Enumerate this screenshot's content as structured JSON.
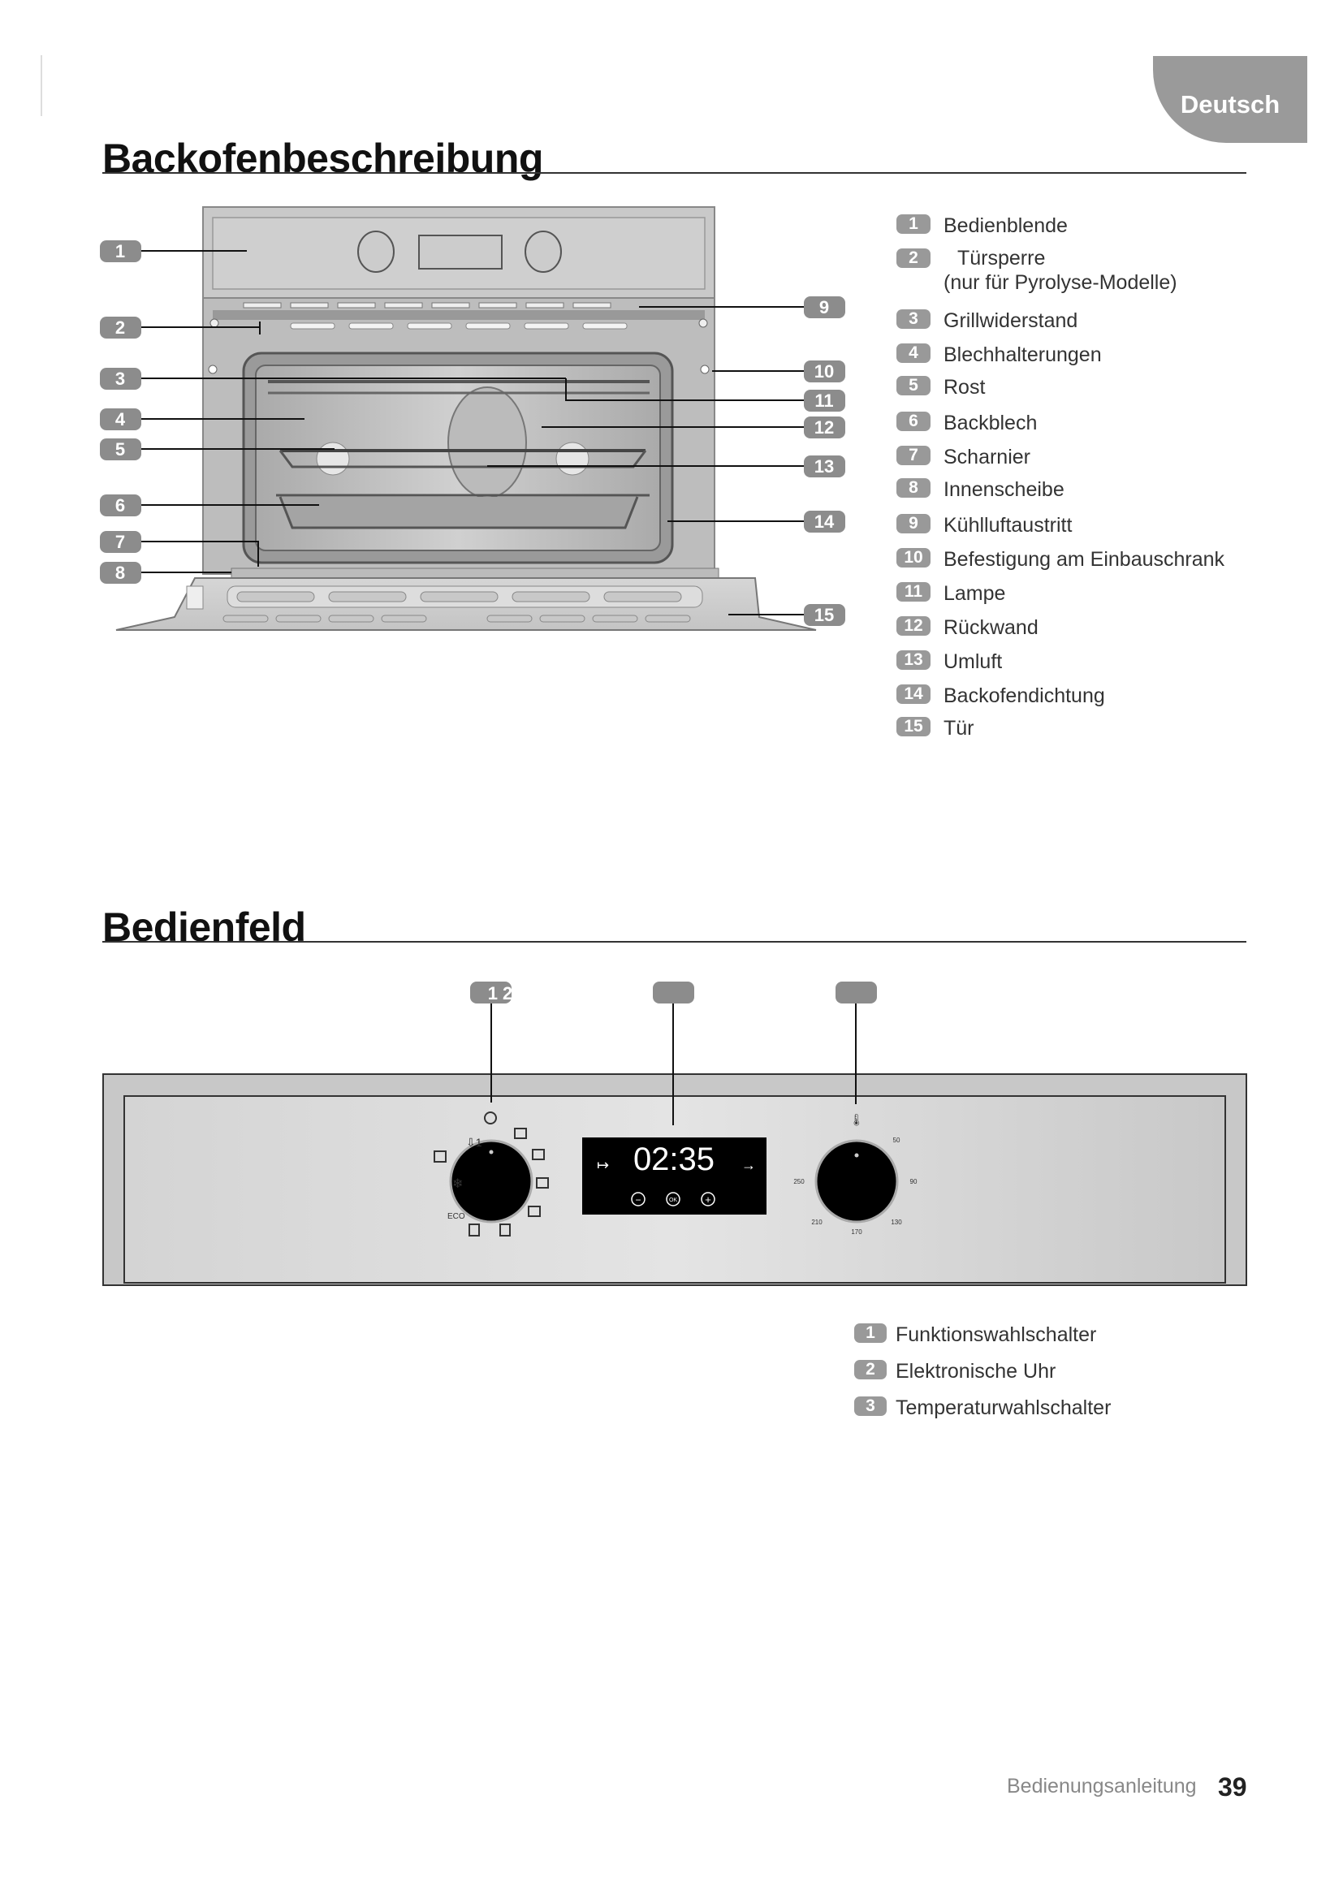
{
  "language_tab": "Deutsch",
  "section1": {
    "title": "Backofenbeschreibung",
    "callouts": [
      "1",
      "2",
      "3",
      "4",
      "5",
      "6",
      "7",
      "8",
      "9",
      "10",
      "11",
      "12",
      "13",
      "14",
      "15"
    ],
    "legend": [
      {
        "num": "1",
        "label": "Bedienblende"
      },
      {
        "num": "2",
        "label": "Türsperre",
        "sub": "(nur für Pyrolyse-Modelle)"
      },
      {
        "num": "3",
        "label": "Grillwiderstand"
      },
      {
        "num": "4",
        "label": "Blechhalterungen"
      },
      {
        "num": "5",
        "label": "Rost"
      },
      {
        "num": "6",
        "label": "Backblech"
      },
      {
        "num": "7",
        "label": "Scharnier"
      },
      {
        "num": "8",
        "label": "Innenscheibe"
      },
      {
        "num": "9",
        "label": "Kühlluftaustritt"
      },
      {
        "num": "10",
        "label": "Befestigung am Einbauschrank"
      },
      {
        "num": "11",
        "label": "Lampe"
      },
      {
        "num": "12",
        "label": "Rückwand"
      },
      {
        "num": "13",
        "label": "Umluft"
      },
      {
        "num": "14",
        "label": "Backofendichtung"
      },
      {
        "num": "15",
        "label": "Tür"
      }
    ]
  },
  "section2": {
    "title": "Bedienfeld",
    "top_badges": [
      "1 2",
      "",
      ""
    ],
    "display_time": "02:35",
    "display_buttons": [
      "−",
      "OK",
      "+"
    ],
    "temp_scale": [
      "50",
      "90",
      "130",
      "170",
      "210",
      "250"
    ],
    "legend": [
      {
        "num": "1",
        "label": "Funktionswahlschalter"
      },
      {
        "num": "2",
        "label": "Elektronische Uhr"
      },
      {
        "num": "3",
        "label": "Temperaturwahlschalter"
      }
    ]
  },
  "footer": {
    "manual_label": "Bedienungsanleitung",
    "page_number": "39"
  }
}
